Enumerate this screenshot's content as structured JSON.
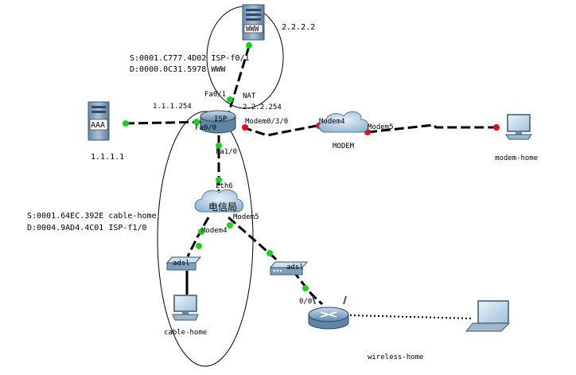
{
  "devices": {
    "server_www": {
      "label": "WWW",
      "ip": "2.2.2.2"
    },
    "server_aaa": {
      "label": "AAA",
      "ip": "1.1.1.1"
    },
    "router_isp": {
      "label": "ISP"
    },
    "cloud_dianxin": {
      "label": "电信局"
    },
    "cloud_modem": {
      "label": "MODEM"
    },
    "modem_adsl_1": {
      "label": "adsl"
    },
    "modem_adsl_2": {
      "label": "adsl"
    },
    "pc_cable_home": {
      "label": "cable-home"
    },
    "laptop_modem_home": {
      "label": "modem-home"
    },
    "router_wireless": {
      "label": "wireless-home"
    }
  },
  "interfaces": {
    "isp_fa01": "Fa0/1",
    "isp_fa00": "Fa0/0",
    "isp_fa10": "Fa1/0",
    "isp_modem030": "Modem0/3/0",
    "isp_ip_left": "1.1.1.254",
    "isp_ip_right": "2.2.2.254",
    "nat": "NAT",
    "cloud_eth6": "Eth6",
    "cloud_modem4": "Modem4",
    "cloud_modem5": "Modem5",
    "modemcloud_modem4": "Modem4",
    "modemcloud_modem5": "Modem5",
    "wireless_00": "0/0"
  },
  "annotations": {
    "nat_src": "S:0001.C777.4D02  ISP-f0/1",
    "nat_dst": "D:0000.0C31.5978  WWW",
    "cable_src": "S:0001.64EC.392E cable-home",
    "cable_dst": "D:0004.9AD4.4C01 ISP-f1/0"
  },
  "colors": {
    "port_up": "#1fd11f",
    "port_down": "#e01010"
  },
  "icons": {
    "server": "server-tower-icon",
    "router": "router-icon",
    "cloud": "cloud-icon",
    "modem": "dsl-modem-icon",
    "pc": "desktop-pc-icon",
    "laptop": "laptop-icon",
    "wireless_router": "wireless-router-icon"
  }
}
